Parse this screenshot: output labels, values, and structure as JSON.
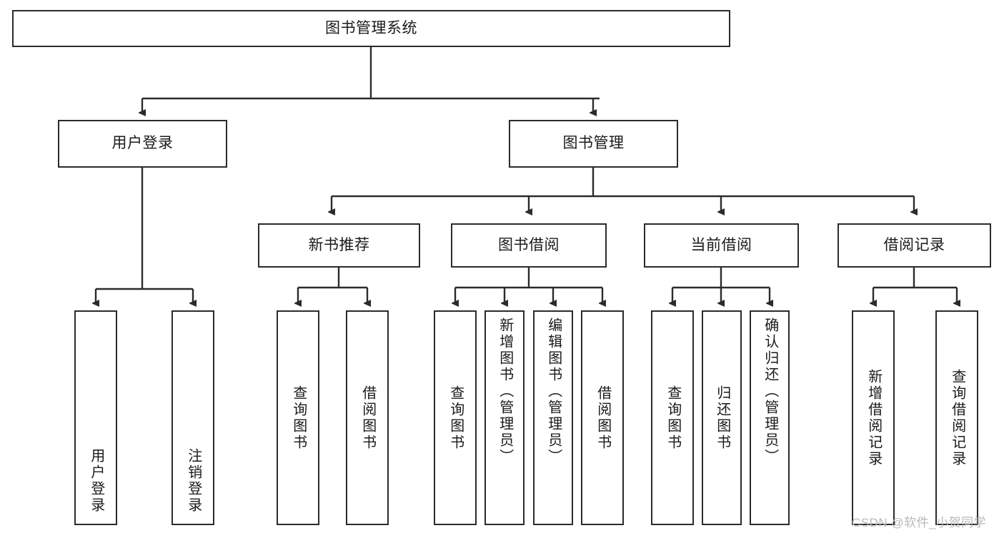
{
  "diagram": {
    "title": "图书管理系统",
    "type": "tree-hierarchy",
    "watermark": "CSDN @软件_小贺同学",
    "colors": {
      "box_border": "#2b2b2b",
      "box_fill": "#ffffff",
      "edge": "#2b2b2b",
      "text": "#1a1a1a",
      "watermark": "#b9b9b9"
    },
    "nodes": {
      "root": {
        "label": "图书管理系统"
      },
      "level1": [
        {
          "label": "用户登录"
        },
        {
          "label": "图书管理"
        }
      ],
      "level2": [
        {
          "label": "新书推荐"
        },
        {
          "label": "图书借阅"
        },
        {
          "label": "当前借阅"
        },
        {
          "label": "借阅记录"
        }
      ],
      "leaves": {
        "user_login": [
          {
            "label": "用户登录"
          },
          {
            "label": "注销登录"
          }
        ],
        "new_book_recommend": [
          {
            "label": "查询图书"
          },
          {
            "label": "借阅图书"
          }
        ],
        "book_borrow": [
          {
            "label": "查询图书"
          },
          {
            "label": "新增图书（管理员）"
          },
          {
            "label": "编辑图书（管理员）"
          },
          {
            "label": "借阅图书"
          }
        ],
        "current_borrow": [
          {
            "label": "查询图书"
          },
          {
            "label": "归还图书"
          },
          {
            "label": "确认归还（管理员）"
          }
        ],
        "borrow_record": [
          {
            "label": "新增借阅记录"
          },
          {
            "label": "查询借阅记录"
          }
        ]
      }
    }
  }
}
